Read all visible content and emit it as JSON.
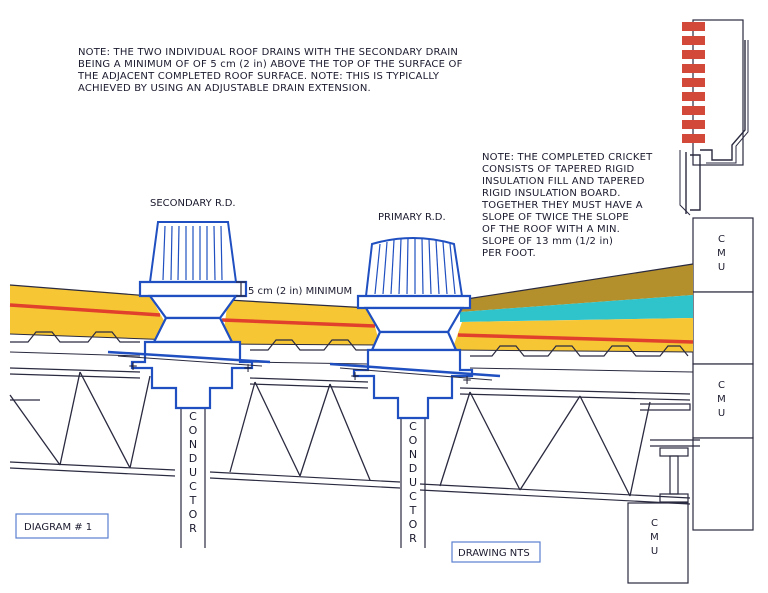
{
  "notes": {
    "top": [
      "NOTE: THE TWO INDIVIDUAL ROOF DRAINS WITH THE SECONDARY DRAIN",
      "BEING A MINIMUM OF OF 5 cm (2 in) ABOVE THE TOP OF THE SURFACE OF",
      "THE ADJACENT COMPLETED ROOF SURFACE.  NOTE: THIS IS TYPICALLY",
      "ACHIEVED BY USING AN ADJUSTABLE DRAIN EXTENSION."
    ],
    "cricket": [
      "NOTE: THE COMPLETED CRICKET",
      "CONSISTS OF TAPERED RIGID",
      "INSULATION FILL AND TAPERED",
      "RIGID INSULATION BOARD.",
      "TOGETHER THEY MUST HAVE A",
      "SLOPE OF TWICE THE SLOPE",
      "OF THE ROOF WITH A MIN.",
      "SLOPE OF 13 mm (1/2 in)",
      "PER FOOT."
    ]
  },
  "labels": {
    "secondary": "SECONDARY R.D.",
    "primary": "PRIMARY R.D.",
    "minimum": "5 cm (2 in) MINIMUM",
    "conductor": [
      "C",
      "O",
      "N",
      "D",
      "U",
      "C",
      "T",
      "O",
      "R"
    ],
    "cmu": [
      "C",
      "M",
      "U"
    ],
    "diagram": "DIAGRAM # 1",
    "nts": "DRAWING NTS"
  },
  "colors": {
    "insulation": "#f6c635",
    "membrane_red": "#e0402c",
    "cricket": "#b3902c",
    "cyan": "#2fc4cb",
    "drain_blue": "#1f4fc0",
    "brick": "#d2493a",
    "line": "#2a2a40"
  }
}
